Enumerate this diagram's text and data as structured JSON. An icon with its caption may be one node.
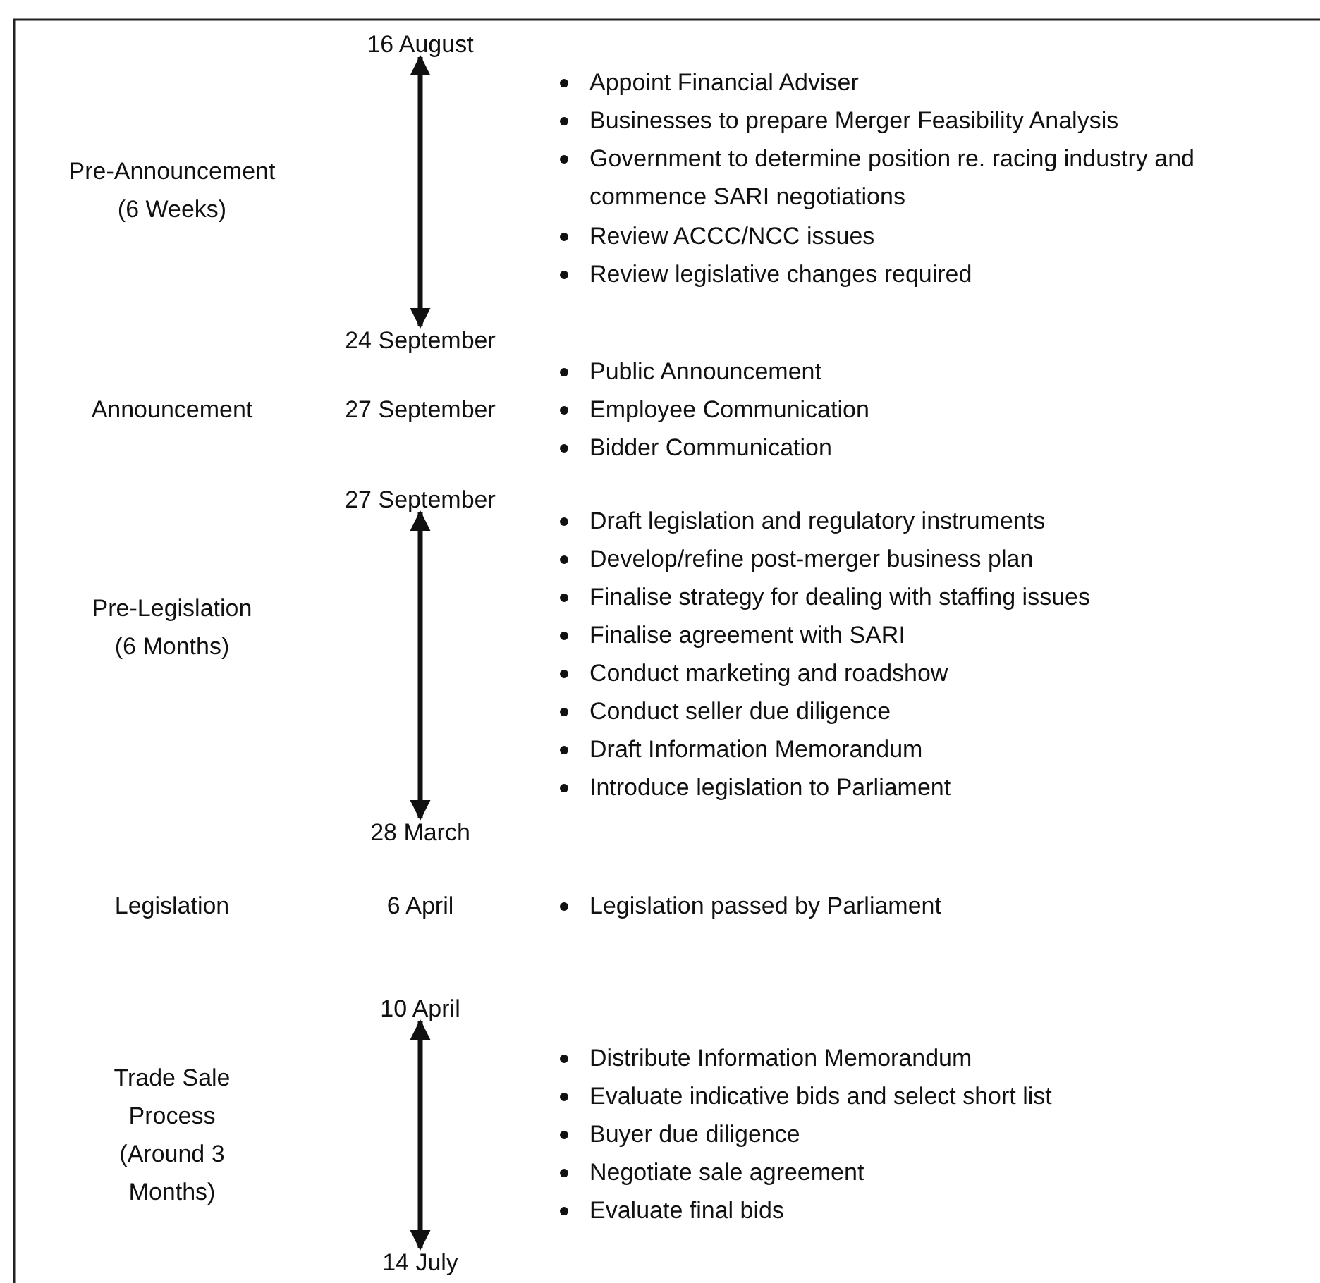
{
  "diagram": {
    "nodes": [
      {
        "text": [
          "16 August"
        ]
      },
      {
        "text": [
          "24 September"
        ]
      },
      {
        "text": [
          "27 September"
        ]
      },
      {
        "text": [
          "28 March"
        ]
      },
      {
        "text": [
          "10 April"
        ]
      },
      {
        "text": [
          "14 July"
        ]
      }
    ],
    "edges": [
      {
        "from": 0,
        "to": 1,
        "arrow": "both"
      },
      {
        "from": 2,
        "to": 3,
        "arrow": "both"
      },
      {
        "from": 4,
        "to": 5,
        "arrow": "both"
      }
    ],
    "labels": [
      "Pre-Announcement (6 Weeks)",
      "Appoint Financial Adviser",
      "Businesses to prepare Merger Feasibility Analysis",
      "Government to determine position re. racing industry and commence SARI negotiations",
      "Review ACCC/NCC issues",
      "Review legislative changes required",
      "Announcement",
      "27 September",
      "Public Announcement",
      "Employee Communication",
      "Bidder Communication",
      "Pre-Legislation (6 Months)",
      "Draft legislation and regulatory instruments",
      "Develop/refine post-merger business plan",
      "Finalise strategy for dealing with staffing issues",
      "Finalise agreement with SARI",
      "Conduct marketing and roadshow",
      "Conduct seller due diligence",
      "Draft Information Memorandum",
      "Introduce legislation to Parliament",
      "Legislation",
      "6 April",
      "Legislation passed by Parliament",
      "Trade Sale Process (Around 3 Months)",
      "Distribute Information Memorandum",
      "Evaluate indicative bids and select short list",
      "Buyer due diligence",
      "Negotiate sale agreement",
      "Evaluate final bids"
    ]
  }
}
